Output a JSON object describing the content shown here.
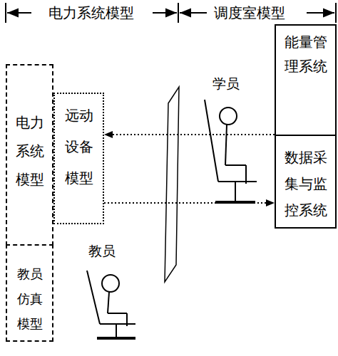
{
  "diagram": {
    "nodes": [
      {
        "text": [
          "电力系统模型"
        ]
      },
      {
        "text": [
          "远动设备模型"
        ]
      },
      {
        "text": [
          "能量管理系统"
        ]
      },
      {
        "text": [
          "数据采集与监控系统"
        ]
      },
      {
        "text": [
          "教员仿真模型"
        ]
      }
    ],
    "edges": [
      {
        "from": 2,
        "to": 1,
        "arrow": "to"
      },
      {
        "from": 1,
        "to": 3,
        "arrow": "to"
      }
    ],
    "labels": [
      "电力系统模型",
      "调度室模型",
      "学员",
      "教员"
    ]
  }
}
